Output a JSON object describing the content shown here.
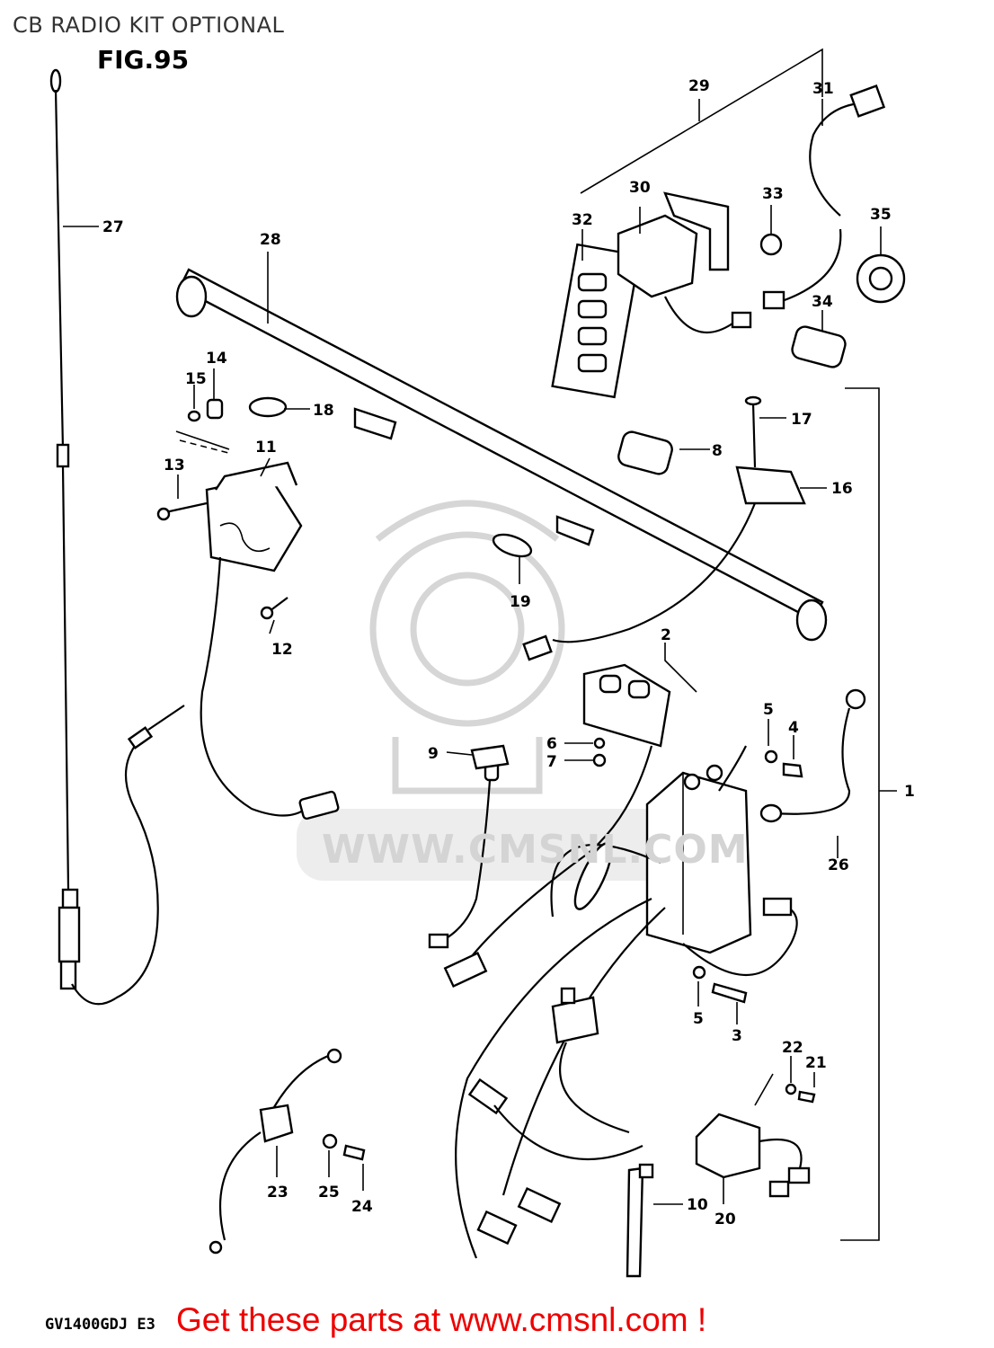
{
  "header": {
    "title": "CB RADIO KIT OPTIONAL",
    "figure": "FIG.95"
  },
  "footer": {
    "model": "GV1400GDJ E3",
    "cta": "Get these parts at www.cmsnl.com !"
  },
  "watermark": {
    "text": "WWW.CMSNL.COM"
  },
  "parts": [
    {
      "no": "1"
    },
    {
      "no": "2"
    },
    {
      "no": "3"
    },
    {
      "no": "4"
    },
    {
      "no": "5"
    },
    {
      "no": "5"
    },
    {
      "no": "6"
    },
    {
      "no": "7"
    },
    {
      "no": "8"
    },
    {
      "no": "9"
    },
    {
      "no": "10"
    },
    {
      "no": "11"
    },
    {
      "no": "12"
    },
    {
      "no": "13"
    },
    {
      "no": "14"
    },
    {
      "no": "15"
    },
    {
      "no": "16"
    },
    {
      "no": "17"
    },
    {
      "no": "18"
    },
    {
      "no": "19"
    },
    {
      "no": "20"
    },
    {
      "no": "21"
    },
    {
      "no": "22"
    },
    {
      "no": "23"
    },
    {
      "no": "24"
    },
    {
      "no": "25"
    },
    {
      "no": "26"
    },
    {
      "no": "27"
    },
    {
      "no": "28"
    },
    {
      "no": "29"
    },
    {
      "no": "30"
    },
    {
      "no": "31"
    },
    {
      "no": "32"
    },
    {
      "no": "33"
    },
    {
      "no": "34"
    },
    {
      "no": "35"
    }
  ]
}
